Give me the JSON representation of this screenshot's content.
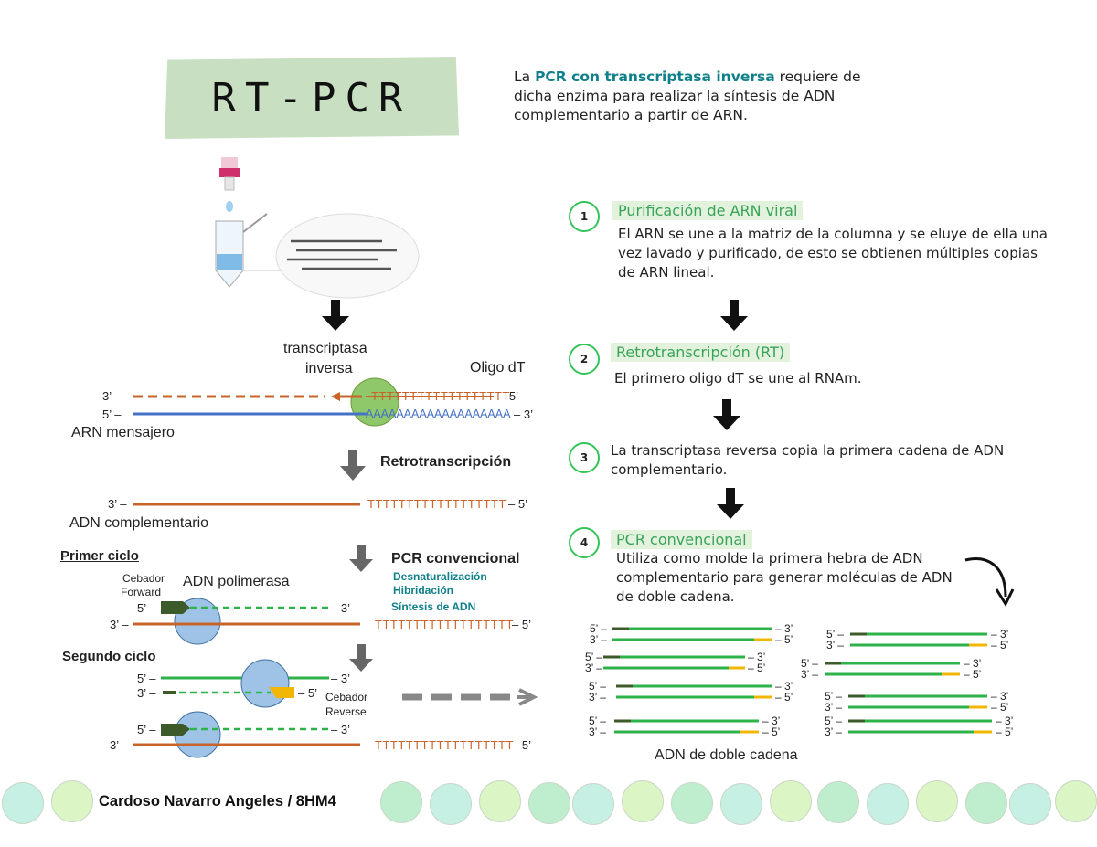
{
  "title": "RT-PCR",
  "intro": {
    "prefix": "La ",
    "highlight": "PCR con transcriptasa inversa",
    "suffix": " requiere de dicha enzima para realizar la síntesis de ADN complementario a partir de ARN."
  },
  "steps": [
    {
      "number": "1",
      "title": "Purificación de ARN viral",
      "text": "El ARN se une a la matriz de la columna y se eluye de ella una vez lavado y purificado, de esto se obtienen múltiples copias de ARN lineal."
    },
    {
      "number": "2",
      "title": "Retrotranscripción (RT)",
      "text": "El primero oligo dT se une al RNAm."
    },
    {
      "number": "3",
      "title": "",
      "text": "La transcriptasa reversa copia la primera cadena de ADN complementario."
    },
    {
      "number": "4",
      "title": "PCR convencional",
      "text": "Utiliza como molde la primera hebra de ADN complementario para generar moléculas de ADN de doble cadena."
    }
  ],
  "diagram": {
    "transcriptasa": "transcriptasa",
    "inversa": "inversa",
    "oligo": "Oligo dT",
    "prime3": "3’ –",
    "prime5": "5’ –",
    "end3": "– 3’",
    "end5": "– 5’",
    "polyA": "AAAAAAAAAAAAAAAAAAA",
    "polyT": "TTTTTTTTTTTTTTTTTT",
    "arn_mensajero": "ARN mensajero",
    "retrotranscripcion": "Retrotranscripción",
    "adn_complementario": "ADN complementario",
    "primer_ciclo": "Primer ciclo",
    "cebador_forward_1": "Cebador",
    "cebador_forward_2": "Forward",
    "adn_polimerasa": "ADN polimerasa",
    "pcr_convencional": "PCR convencional",
    "desnaturalizacion": "Desnaturalización",
    "hibridacion": "Hibridación",
    "sintesis": "Síntesis de ADN",
    "segundo_ciclo": "Segundo ciclo",
    "cebador_reverse_1": "Cebador",
    "cebador_reverse_2": "Reverse",
    "adn_doble_cadena": "ADN de doble cadena"
  },
  "footer": {
    "author": "Cardoso Navarro Angeles / 8HM4"
  },
  "colors": {
    "green_strand": "#2db34a",
    "orange_strand": "#c8642a",
    "blue_strand": "#4472c4",
    "polymerase": "#9fc3e6",
    "rt_enzyme": "#8fc86a",
    "primer_dark": "#3d5a2a",
    "primer_yellow": "#f2b705",
    "teal_text": "#10808a",
    "dot_colors": [
      "#c6f0e4",
      "#dcf5c4",
      "#bfeecf"
    ]
  }
}
